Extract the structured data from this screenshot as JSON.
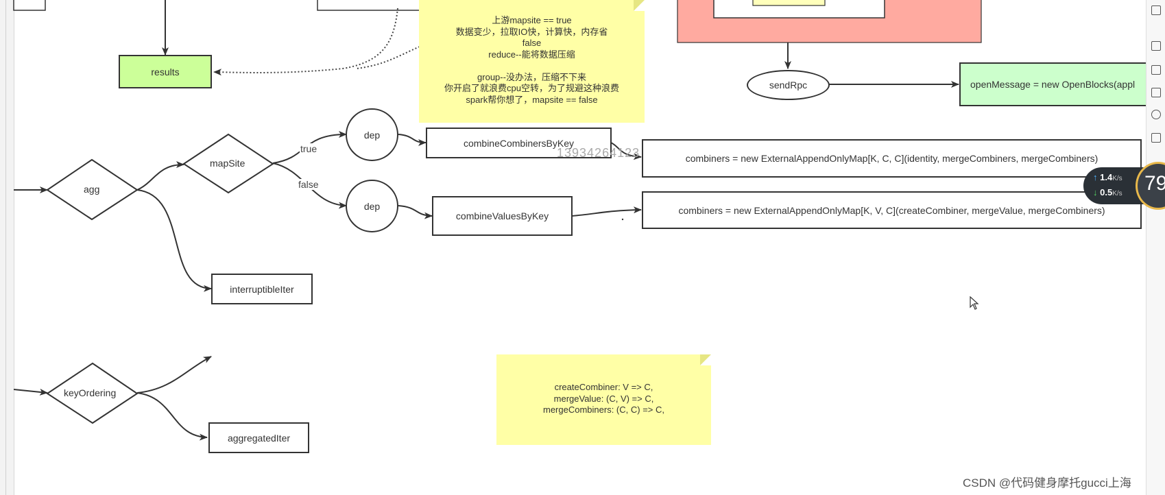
{
  "nodes": {
    "results": "results",
    "send_rpc": "sendRpc",
    "open_message": "openMessage = new OpenBlocks(appl",
    "agg": "agg",
    "map_site": "mapSite",
    "dep_true": "dep",
    "dep_false": "dep",
    "combine_combiners_by_key": "combineCombinersByKey",
    "combine_values_by_key": "combineValuesByKey",
    "combiners_kcc": "combiners = new ExternalAppendOnlyMap[K, C, C](identity, mergeCombiners, mergeCombiners)",
    "combiners_kvc": "combiners = new ExternalAppendOnlyMap[K, V, C](createCombiner, mergeValue, mergeCombiners)",
    "interruptible_iter": "interruptibleIter",
    "key_ordering": "keyOrdering",
    "aggregated_iter": "aggregatedIter"
  },
  "edge_labels": {
    "true_label": "true",
    "false_label": "false"
  },
  "notes": {
    "mapsite_note": [
      "上游mapsite == true",
      "数据变少，拉取IO快，计算快，内存省",
      "false",
      "reduce--能将数据压缩",
      "",
      "group--没办法，压缩不下来",
      "你开启了就浪费cpu空转，为了规避这种浪费",
      "spark帮你想了，mapsite  ==  false"
    ],
    "signature_note": [
      "createCombiner: V => C,",
      "mergeValue: (C, V) => C,",
      "mergeCombiners: (C, C) => C,"
    ]
  },
  "overlay": {
    "ghost_number": "13934264123",
    "upload_speed": "1.4",
    "download_speed": "0.5",
    "speed_unit": "K/s",
    "dial_value": "79"
  },
  "watermark": "CSDN @代码健身摩托gucci上海",
  "colors": {
    "results_fill": "#ccff99",
    "note_fill": "#ffffa6",
    "red_container": "#ffaaa0",
    "open_message_fill": "#ccffcc",
    "line": "#333333"
  },
  "icons": [
    "up-arrow-icon",
    "down-arrow-icon",
    "mouse-cursor-icon"
  ]
}
